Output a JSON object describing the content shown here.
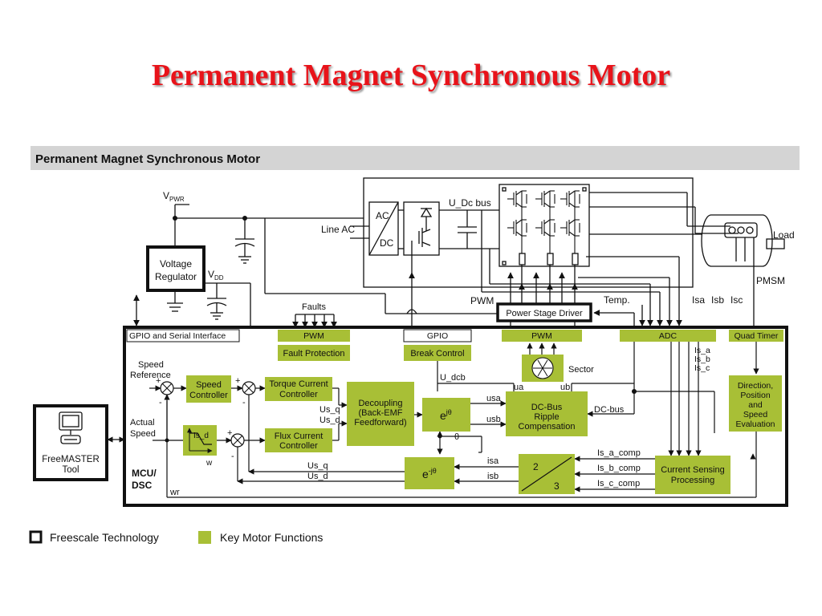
{
  "title": "Permanent Magnet Synchronous Motor",
  "figure": {
    "header": "Permanent Magnet Synchronous Motor",
    "power": {
      "vpwr": "V",
      "vpwr_sub": "PWR",
      "vdd": "V",
      "vdd_sub": "DD",
      "regulator": [
        "Voltage",
        "Regulator"
      ],
      "line_ac": "Line AC",
      "ac": "AC",
      "dc": "DC",
      "udc_bus": "U_Dc bus",
      "pwm": "PWM",
      "driver": "Power Stage Driver",
      "temp": "Temp.",
      "isa": "Isa",
      "isb": "Isb",
      "isc": "Isc",
      "load": "Load",
      "pmsm": "PMSM",
      "faults": "Faults"
    },
    "mcu": {
      "gpio_serial": "GPIO and Serial Interface",
      "pwm_top": "PWM",
      "fault_protection": "Fault Protection",
      "gpio": "GPIO",
      "break_control": "Break Control",
      "pwm_right": "PWM",
      "adc": "ADC",
      "quad_timer": "Quad Timer",
      "speed_reference": [
        "Speed",
        "Reference"
      ],
      "actual_speed": [
        "Actual",
        "Speed"
      ],
      "speed_controller": [
        "Speed",
        "Controller"
      ],
      "torque_controller": [
        "Torque Current",
        "Controller"
      ],
      "flux_controller": [
        "Flux Current",
        "Controller"
      ],
      "decoupling": [
        "Decoupling",
        "(Back-EMF",
        "Feedforward)"
      ],
      "ej": "e",
      "ej_sup": "jθ",
      "emj": "e",
      "emj_sup": "-jθ",
      "dcbus_block": [
        "DC-Bus",
        "Ripple",
        "Compensation"
      ],
      "current_sensing": [
        "Current Sensing",
        "Processing"
      ],
      "direction": [
        "Direction,",
        "Position",
        "and",
        "Speed",
        "Evaluation"
      ],
      "sector": "Sector",
      "u_dcb": "U_dcb",
      "ua": "ua",
      "ub": "ub",
      "usa": "usa",
      "usb": "usb",
      "us_q": "Us_q",
      "us_d": "Us_d",
      "us_q2": "Us_q",
      "us_d2": "Us_d",
      "dc_bus": "DC-bus",
      "theta": "θ",
      "isa_l": "isa",
      "isb_l": "isb",
      "is_a_comp": "Is_a_comp",
      "is_b_comp": "Is_b_comp",
      "is_c_comp": "Is_c_comp",
      "is_abc": [
        "Is_a",
        "Is_b",
        "Is_c"
      ],
      "is_d": "Is_d",
      "w": "w",
      "wr": "wr",
      "two": "2",
      "three": "3",
      "mcu_dsc": [
        "MCU/",
        "DSC"
      ]
    },
    "freemaster": [
      "FreeMASTER",
      "Tool"
    ],
    "legend": {
      "freescale": "Freescale Technology",
      "key": "Key Motor Functions"
    }
  },
  "colors": {
    "title": "#e8131a",
    "block_green": "#a8bf36",
    "header_gray": "#d4d4d4"
  }
}
